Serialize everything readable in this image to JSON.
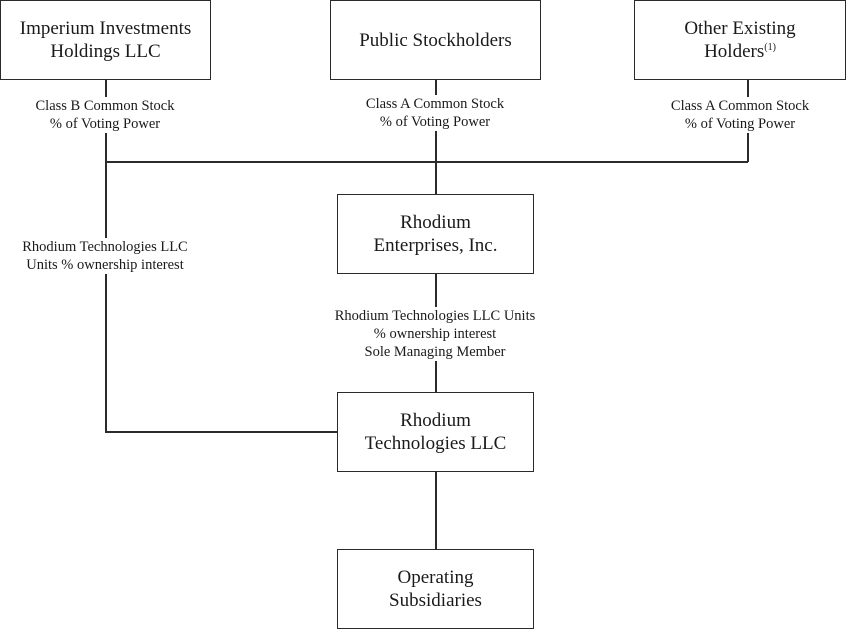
{
  "boxes": {
    "imperium": {
      "line1": "Imperium Investments",
      "line2": "Holdings LLC"
    },
    "public": {
      "line1": "Public Stockholders"
    },
    "other": {
      "line1": "Other Existing",
      "line2": "Holders",
      "footnote": "(1)"
    },
    "enterprises": {
      "line1": "Rhodium",
      "line2": "Enterprises, Inc."
    },
    "technologies": {
      "line1": "Rhodium",
      "line2": "Technologies LLC"
    },
    "operating": {
      "line1": "Operating",
      "line2": "Subsidiaries"
    }
  },
  "labels": {
    "imperium_stock": {
      "line1": "Class B Common Stock",
      "line2": "% of Voting Power"
    },
    "public_stock": {
      "line1": "Class A Common Stock",
      "line2": "% of Voting Power"
    },
    "other_stock": {
      "line1": "Class A Common Stock",
      "line2": "% of Voting Power"
    },
    "imperium_units": {
      "line1": "Rhodium Technologies LLC",
      "line2": "Units % ownership interest"
    },
    "enterprises_units": {
      "line1": "Rhodium Technologies LLC Units",
      "line2": "% ownership interest",
      "line3": "Sole Managing Member"
    }
  }
}
